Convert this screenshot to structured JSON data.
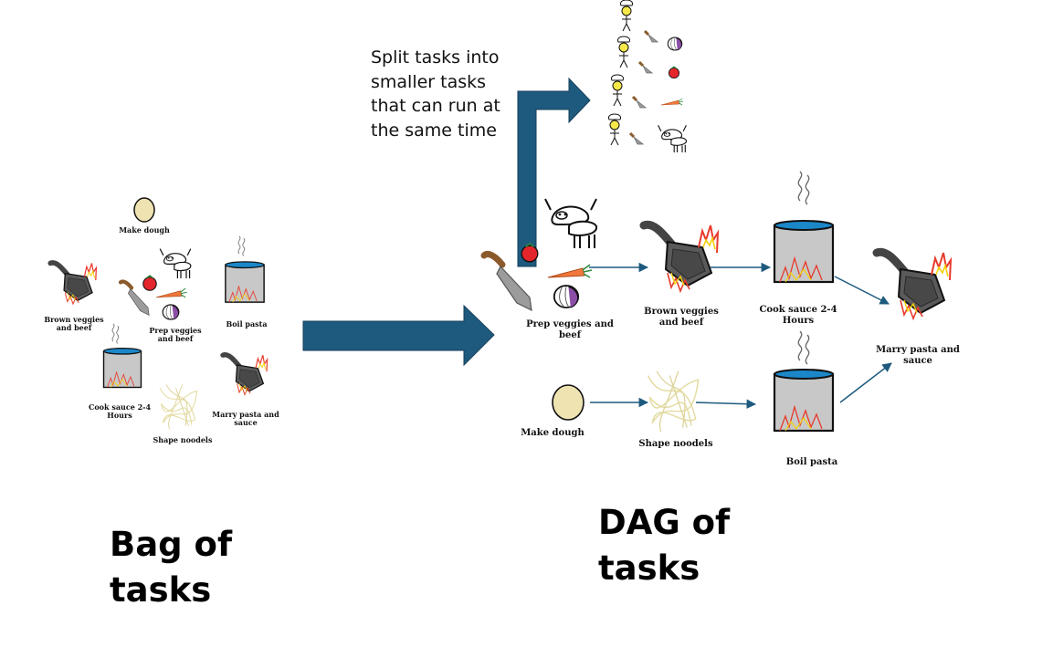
{
  "split_caption": "Split tasks into smaller tasks that can run at the same time",
  "bag_title": "Bag of tasks",
  "dag_title": "DAG of tasks",
  "bag_labels": {
    "make_dough": "Make dough",
    "brown": "Brown veggies and beef",
    "prep": "Prep veggies and beef",
    "boil": "Boil pasta",
    "cook_sauce": "Cook sauce 2-4 Hours",
    "marry": "Marry pasta and sauce",
    "shape": "Shape noodels"
  },
  "dag_labels": {
    "prep": "Prep veggies and beef",
    "brown": "Brown veggies and beef",
    "cook_sauce": "Cook sauce 2-4 Hours",
    "marry": "Marry pasta and sauce",
    "make_dough": "Make dough",
    "shape": "Shape noodels",
    "boil": "Boil pasta"
  },
  "colors": {
    "arrow": "#1e5a7e",
    "pot": "#c8c8c8",
    "water": "#1b87c9",
    "pan": "#555555",
    "flame_red": "#e83a2c",
    "flame_yellow": "#f5d20a",
    "dough": "#efe3b2",
    "noodle": "#ece4b4",
    "carrot": "#f0783c",
    "tomato": "#e3262b",
    "onion": "#8b4ea6"
  }
}
